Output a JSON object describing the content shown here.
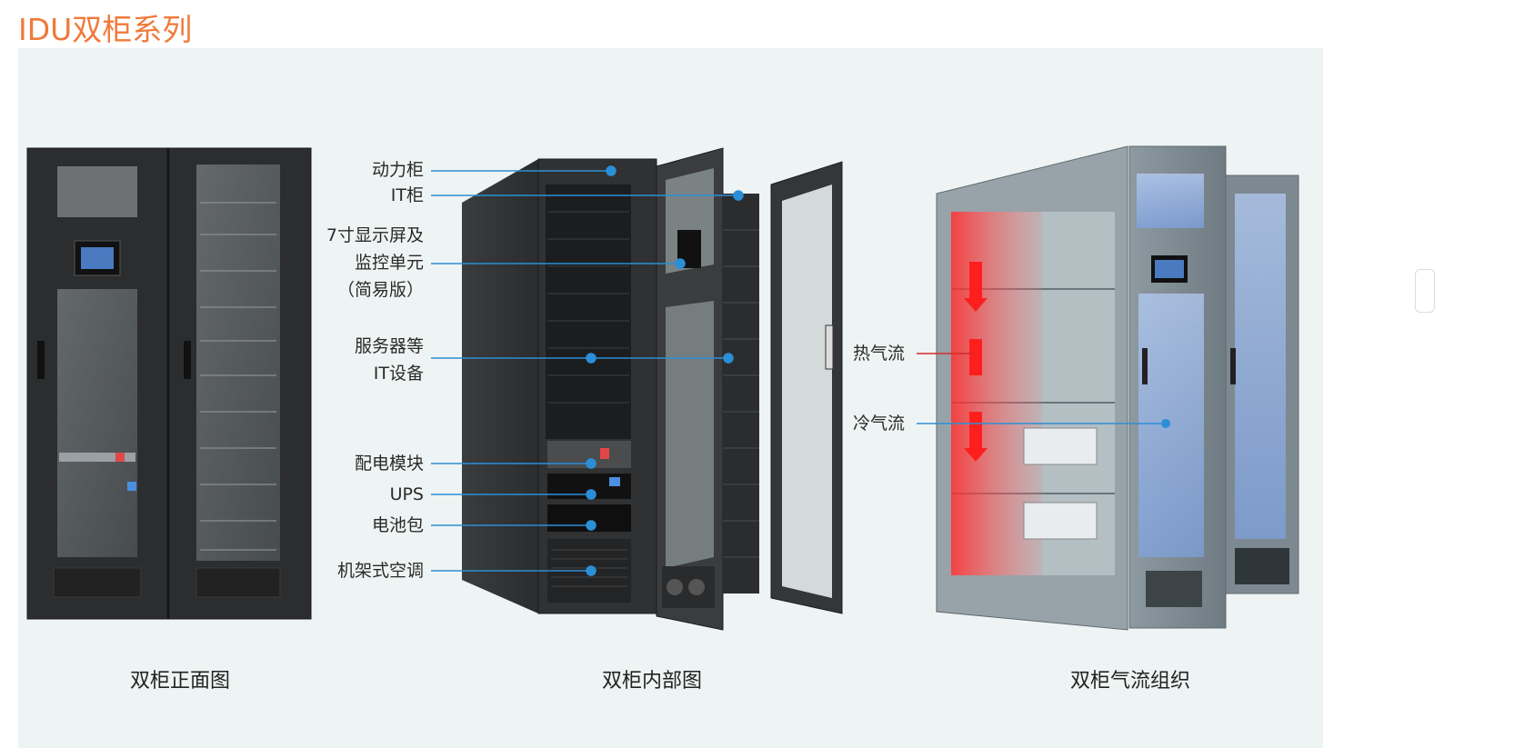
{
  "title": "IDU双柜系列",
  "captions": {
    "front": "双柜正面图",
    "inside": "双柜内部图",
    "airflow": "双柜气流组织"
  },
  "inside_labels": {
    "power_cabinet": "动力柜",
    "it_cabinet": "IT柜",
    "display_line1": "7寸显示屏及",
    "display_line2": "监控单元",
    "display_line3": "（简易版）",
    "servers_line1": "服务器等",
    "servers_line2": "IT设备",
    "pdu": "配电模块",
    "ups": "UPS",
    "battery": "电池包",
    "ac": "机架式空调"
  },
  "airflow_labels": {
    "hot": "热气流",
    "cold": "冷气流"
  },
  "colors": {
    "title": "#f07a3a",
    "callout_line": "#2b8fd8",
    "hot_line": "#d42a2a",
    "panel_bg": "#eef4f3"
  }
}
